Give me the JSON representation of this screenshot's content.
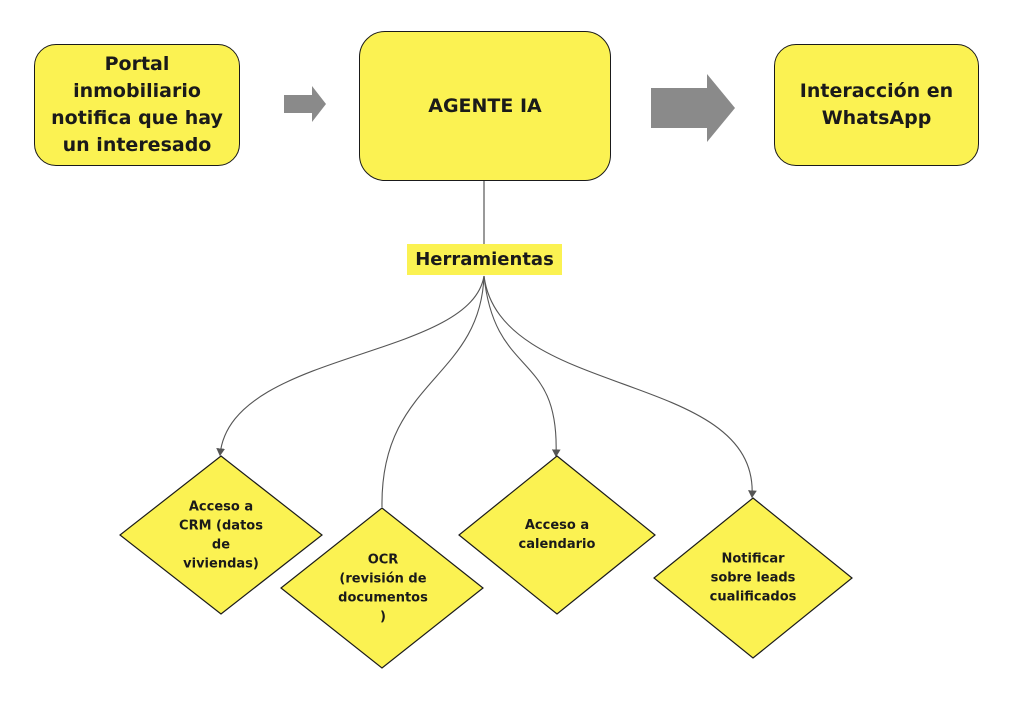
{
  "nodes": {
    "portal": "Portal inmobiliario\nnotifica que hay\nun interesado",
    "agente": "AGENTE IA",
    "whatsapp": "Interacción en\nWhatsApp",
    "herramientas": "Herramientas"
  },
  "tools": [
    {
      "label": "Acceso a\nCRM (datos\nde\nviviendas)"
    },
    {
      "label": "OCR\n(revisión de\ndocumentos\n)"
    },
    {
      "label": "Acceso a\ncalendario"
    },
    {
      "label": "Notificar\nsobre leads\ncualificados"
    }
  ],
  "colors": {
    "node_fill": "#fbf252",
    "stroke": "#1a1a1a",
    "arrow": "#8a8a8a",
    "connector": "#555555"
  }
}
